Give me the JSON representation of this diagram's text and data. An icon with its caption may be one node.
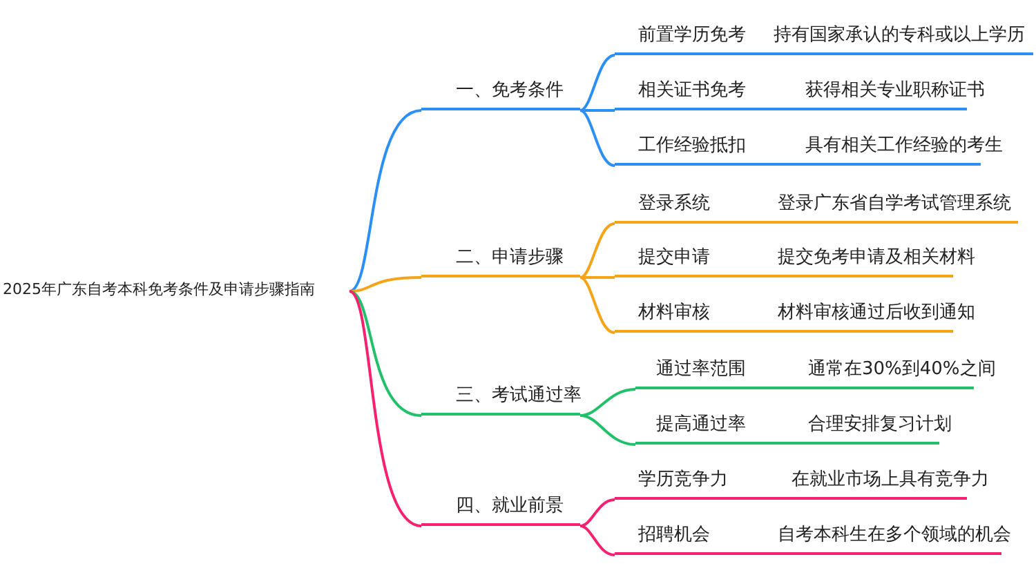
{
  "diagram": {
    "nodes": [
      {
        "text": [
          "2025年广东自考本科免考条件及申请步骤指南"
        ]
      },
      {
        "text": [
          "一、免考条件"
        ]
      },
      {
        "text": [
          "前置学历免考",
          "持有国家承认的专科或以上学历"
        ]
      },
      {
        "text": [
          "相关证书免考",
          "获得相关专业职称证书"
        ]
      },
      {
        "text": [
          "工作经验抵扣",
          "具有相关工作经验的考生"
        ]
      },
      {
        "text": [
          "二、申请步骤"
        ]
      },
      {
        "text": [
          "登录系统",
          "登录广东省自学考试管理系统"
        ]
      },
      {
        "text": [
          "提交申请",
          "提交免考申请及相关材料"
        ]
      },
      {
        "text": [
          "材料审核",
          "材料审核通过后收到通知"
        ]
      },
      {
        "text": [
          "三、考试通过率"
        ]
      },
      {
        "text": [
          "通过率范围",
          "通常在30%到40%之间"
        ]
      },
      {
        "text": [
          "提高通过率",
          "合理安排复习计划"
        ]
      },
      {
        "text": [
          "四、就业前景"
        ]
      },
      {
        "text": [
          "学历竞争力",
          "在就业市场上具有竞争力"
        ]
      },
      {
        "text": [
          "招聘机会",
          "自考本科生在多个领域的机会"
        ]
      }
    ],
    "edges": [
      {
        "from": 0,
        "to": 1,
        "arrow": "none",
        "color": "#2b8ff5"
      },
      {
        "from": 1,
        "to": 2,
        "arrow": "none",
        "color": "#2b8ff5"
      },
      {
        "from": 1,
        "to": 3,
        "arrow": "none",
        "color": "#2b8ff5"
      },
      {
        "from": 1,
        "to": 4,
        "arrow": "none",
        "color": "#2b8ff5"
      },
      {
        "from": 0,
        "to": 5,
        "arrow": "none",
        "color": "#f5a417"
      },
      {
        "from": 5,
        "to": 6,
        "arrow": "none",
        "color": "#f5a417"
      },
      {
        "from": 5,
        "to": 7,
        "arrow": "none",
        "color": "#f5a417"
      },
      {
        "from": 5,
        "to": 8,
        "arrow": "none",
        "color": "#f5a417"
      },
      {
        "from": 0,
        "to": 9,
        "arrow": "none",
        "color": "#22c06a"
      },
      {
        "from": 9,
        "to": 10,
        "arrow": "none",
        "color": "#22c06a"
      },
      {
        "from": 9,
        "to": 11,
        "arrow": "none",
        "color": "#22c06a"
      },
      {
        "from": 0,
        "to": 12,
        "arrow": "none",
        "color": "#f7216f"
      },
      {
        "from": 12,
        "to": 13,
        "arrow": "none",
        "color": "#f7216f"
      },
      {
        "from": 12,
        "to": 14,
        "arrow": "none",
        "color": "#f7216f"
      }
    ]
  }
}
